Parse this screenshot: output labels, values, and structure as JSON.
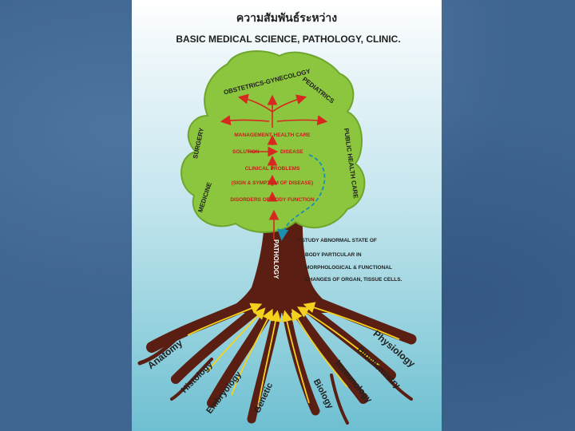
{
  "header": {
    "thai_title": "ความสัมพันธ์ระหว่าง",
    "title": "BASIC MEDICAL SCIENCE, PATHOLOGY, CLINIC."
  },
  "canopy": {
    "arc_labels": {
      "obgyn": "OBSTETRICS-GYNECOLOGY",
      "pediatrics": "PEDIATRICS",
      "surgery": "SURGERY",
      "public_health": "PUBLIC HEALTH CARE",
      "medicine": "MEDICINE"
    },
    "flow": {
      "management": "MANAGEMENT HEALTH CARE",
      "solution": "SOLUTION",
      "disease": "DISEASE",
      "clinical": "CLINICAL PROBLEMS",
      "sign": "(SIGN & SYMPTOM OF DISEASE)",
      "disorders": "DISORDERS OF BODY FUNCTION"
    }
  },
  "trunk": {
    "label": "PATHOLOGY"
  },
  "definition": {
    "lines": [
      "= STUDY ABNORMAL STATE OF",
      "BODY PARTICULAR IN",
      "MORPHOLOGICAL & FUNCTIONAL",
      "CHANGES OF ORGAN, TISSUE CELLS."
    ]
  },
  "roots": {
    "anatomy": "Anatomy",
    "histology": "Histology",
    "embryology": "Embryology",
    "genetic": "Genetic",
    "biology": "Biology",
    "immunology": "Immunology",
    "biochemistry": "Biochemistry",
    "physiology": "Physiology"
  },
  "colors": {
    "background": "#3f6690",
    "canopy": "#8cc63f",
    "trunk": "#5a1e12",
    "arrow_red": "#d6281e",
    "arrow_yellow": "#f2d21c",
    "arrow_blue": "#1a8fb0",
    "text_dark": "#202020"
  }
}
